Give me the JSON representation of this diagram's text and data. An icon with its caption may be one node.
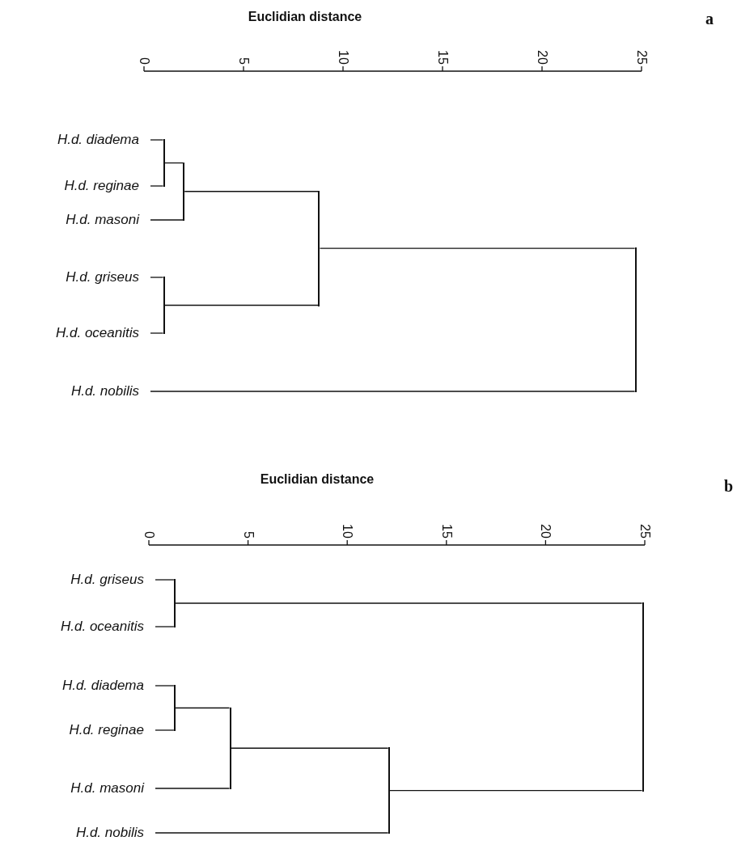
{
  "diagram": {
    "nodes": [
      {
        "text": [
          "H.d. diadema"
        ]
      },
      {
        "text": [
          "H.d. reginae"
        ]
      },
      {
        "text": [
          "H.d. masoni"
        ]
      },
      {
        "text": [
          "H.d. griseus"
        ]
      },
      {
        "text": [
          "H.d. oceanitis"
        ]
      },
      {
        "text": [
          "H.d. nobilis"
        ]
      },
      {
        "text": [],
        "shape": "bar"
      },
      {
        "text": [],
        "shape": "bar"
      },
      {
        "text": [],
        "shape": "bar"
      },
      {
        "text": [],
        "shape": "bar"
      },
      {
        "text": [],
        "shape": "bar"
      },
      {
        "text": [
          "H.d. griseus"
        ]
      },
      {
        "text": [
          "H.d. oceanitis"
        ]
      },
      {
        "text": [
          "H.d. diadema"
        ]
      },
      {
        "text": [
          "H.d. reginae"
        ]
      },
      {
        "text": [
          "H.d. masoni"
        ]
      },
      {
        "text": [
          "H.d. nobilis"
        ]
      },
      {
        "text": [],
        "shape": "bar"
      },
      {
        "text": [],
        "shape": "bar"
      },
      {
        "text": [],
        "shape": "bar"
      },
      {
        "text": [],
        "shape": "bar"
      },
      {
        "text": [],
        "shape": "bar"
      }
    ],
    "edges": [
      {
        "from": 0,
        "to": 6,
        "arrow": "none"
      },
      {
        "from": 1,
        "to": 6,
        "arrow": "none"
      },
      {
        "from": 6,
        "to": 7,
        "arrow": "none"
      },
      {
        "from": 2,
        "to": 7,
        "arrow": "none"
      },
      {
        "from": 3,
        "to": 8,
        "arrow": "none"
      },
      {
        "from": 4,
        "to": 8,
        "arrow": "none"
      },
      {
        "from": 7,
        "to": 9,
        "arrow": "none"
      },
      {
        "from": 8,
        "to": 9,
        "arrow": "none"
      },
      {
        "from": 9,
        "to": 10,
        "arrow": "none"
      },
      {
        "from": 5,
        "to": 10,
        "arrow": "none"
      },
      {
        "from": 11,
        "to": 17,
        "arrow": "none"
      },
      {
        "from": 12,
        "to": 17,
        "arrow": "none"
      },
      {
        "from": 13,
        "to": 18,
        "arrow": "none"
      },
      {
        "from": 14,
        "to": 18,
        "arrow": "none"
      },
      {
        "from": 18,
        "to": 19,
        "arrow": "none"
      },
      {
        "from": 15,
        "to": 19,
        "arrow": "none"
      },
      {
        "from": 19,
        "to": 20,
        "arrow": "none"
      },
      {
        "from": 16,
        "to": 20,
        "arrow": "none"
      },
      {
        "from": 17,
        "to": 21,
        "arrow": "none"
      },
      {
        "from": 20,
        "to": 21,
        "arrow": "none"
      }
    ],
    "labels": [
      "Euclidian distance",
      "a",
      "0",
      "5",
      "10",
      "15",
      "20",
      "25",
      "Euclidian distance",
      "b",
      "0",
      "5",
      "10",
      "15",
      "20",
      "25"
    ]
  }
}
